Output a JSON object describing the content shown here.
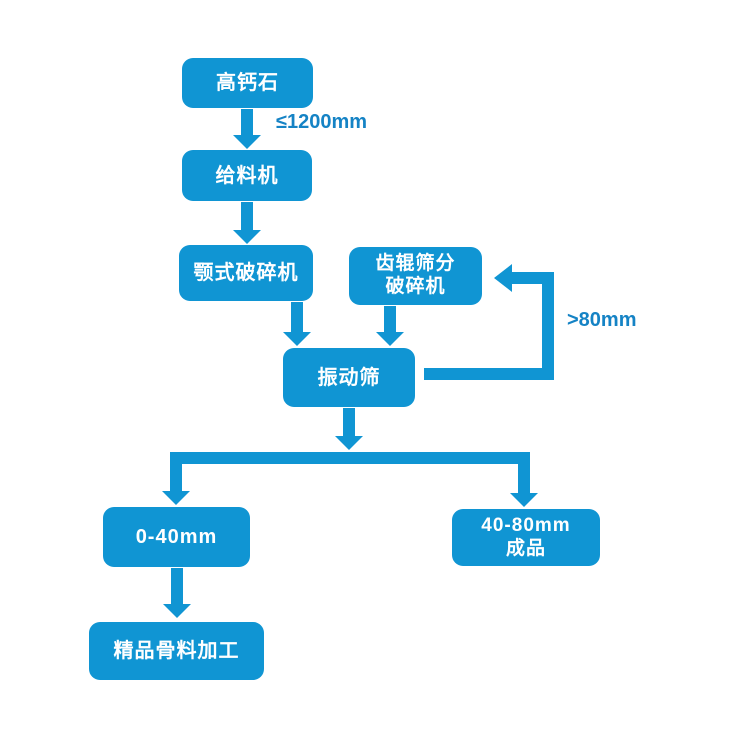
{
  "diagram": {
    "colors": {
      "node_fill": "#1095d3",
      "node_text": "#ffffff",
      "connector": "#1095d3",
      "edge_label": "#1583c5",
      "background": "#ffffff"
    },
    "nodes": {
      "source": {
        "label": "高钙石"
      },
      "feeder": {
        "label": "给料机"
      },
      "jaw_crusher": {
        "label": "颚式破碎机"
      },
      "roller_screen_crusher": {
        "label": "齿辊筛分\n破碎机"
      },
      "vibrating_screen": {
        "label": "振动筛"
      },
      "fraction_0_40": {
        "label": "0-40mm"
      },
      "fraction_40_80": {
        "label": "40-80mm\n成品"
      },
      "fine_aggregate": {
        "label": "精品骨料加工"
      }
    },
    "edge_labels": {
      "feed_size": "≤1200mm",
      "oversize_return": ">80mm"
    }
  }
}
